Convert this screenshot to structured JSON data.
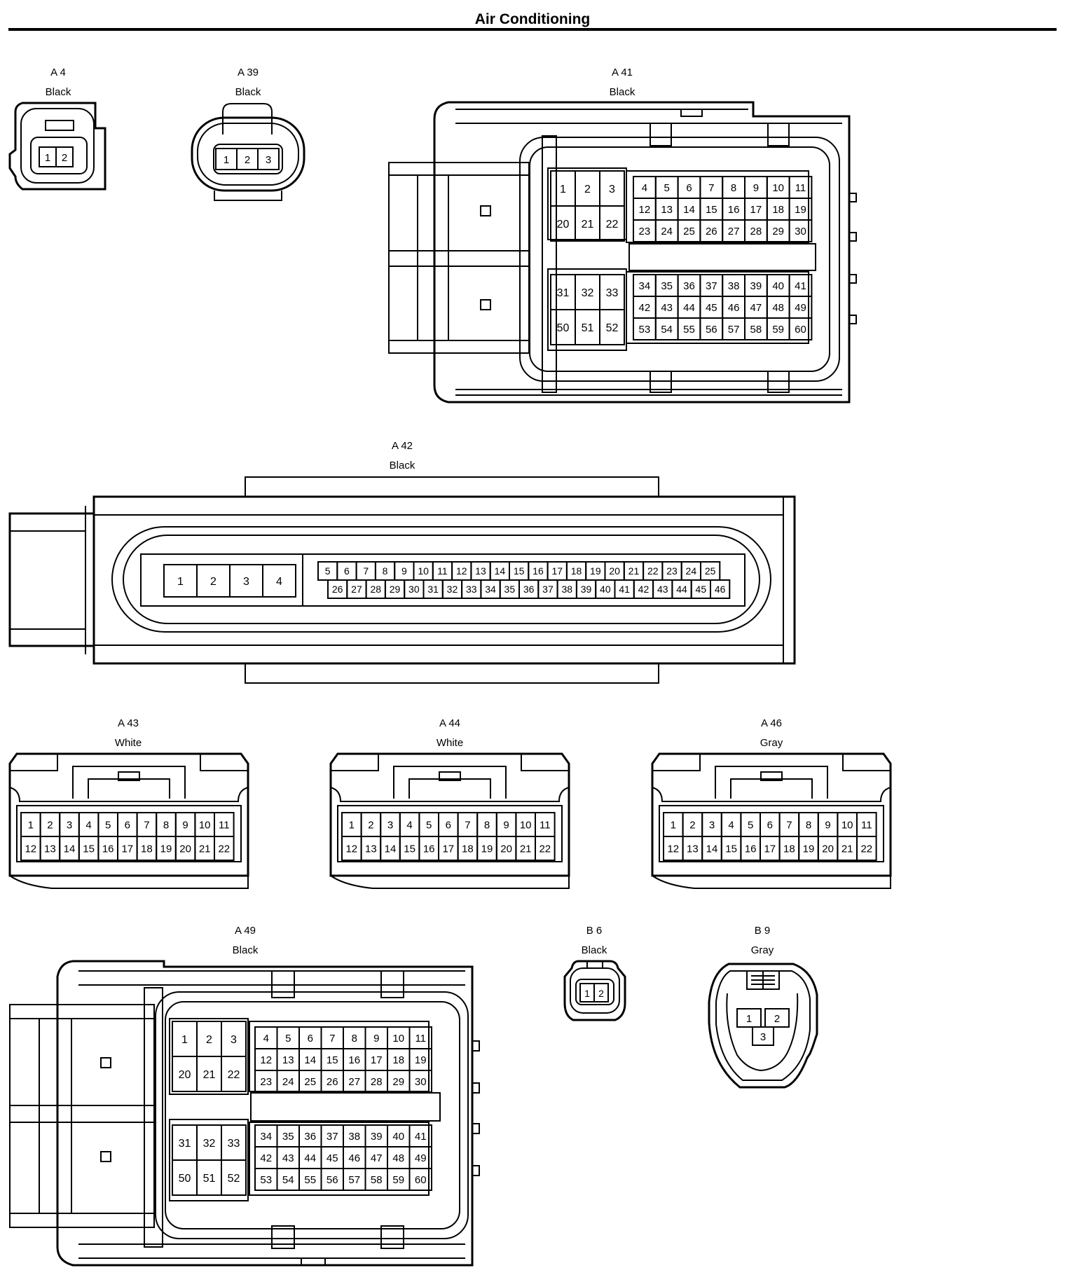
{
  "page_title": "Air Conditioning",
  "connectors": [
    {
      "id": "A 4",
      "color": "Black",
      "pins": [
        "1",
        "2"
      ]
    },
    {
      "id": "A 39",
      "color": "Black",
      "pins": [
        "1",
        "2",
        "3"
      ]
    },
    {
      "id": "A 41",
      "color": "Black",
      "blocks": [
        {
          "rows": [
            [
              "1",
              "2",
              "3"
            ],
            [
              "20",
              "21",
              "22"
            ]
          ]
        },
        {
          "rows": [
            [
              "4",
              "5",
              "6",
              "7",
              "8",
              "9",
              "10",
              "11"
            ],
            [
              "12",
              "13",
              "14",
              "15",
              "16",
              "17",
              "18",
              "19"
            ],
            [
              "23",
              "24",
              "25",
              "26",
              "27",
              "28",
              "29",
              "30"
            ]
          ]
        },
        {
          "rows": [
            [
              "31",
              "32",
              "33"
            ],
            [
              "50",
              "51",
              "52"
            ]
          ]
        },
        {
          "rows": [
            [
              "34",
              "35",
              "36",
              "37",
              "38",
              "39",
              "40",
              "41"
            ],
            [
              "42",
              "43",
              "44",
              "45",
              "46",
              "47",
              "48",
              "49"
            ],
            [
              "53",
              "54",
              "55",
              "56",
              "57",
              "58",
              "59",
              "60"
            ]
          ]
        }
      ]
    },
    {
      "id": "A 42",
      "color": "Black",
      "blocks": [
        {
          "rows": [
            [
              "1",
              "2",
              "3",
              "4"
            ]
          ]
        },
        {
          "rows": [
            [
              "5",
              "6",
              "7",
              "8",
              "9",
              "10",
              "11",
              "12",
              "13",
              "14",
              "15",
              "16",
              "17",
              "18",
              "19",
              "20",
              "21",
              "22",
              "23",
              "24",
              "25"
            ],
            [
              "26",
              "27",
              "28",
              "29",
              "30",
              "31",
              "32",
              "33",
              "34",
              "35",
              "36",
              "37",
              "38",
              "39",
              "40",
              "41",
              "42",
              "43",
              "44",
              "45",
              "46"
            ]
          ]
        }
      ]
    },
    {
      "id": "A 43",
      "color": "White",
      "rows": [
        [
          "1",
          "2",
          "3",
          "4",
          "5",
          "6",
          "7",
          "8",
          "9",
          "10",
          "11"
        ],
        [
          "12",
          "13",
          "14",
          "15",
          "16",
          "17",
          "18",
          "19",
          "20",
          "21",
          "22"
        ]
      ]
    },
    {
      "id": "A 44",
      "color": "White",
      "rows": [
        [
          "1",
          "2",
          "3",
          "4",
          "5",
          "6",
          "7",
          "8",
          "9",
          "10",
          "11"
        ],
        [
          "12",
          "13",
          "14",
          "15",
          "16",
          "17",
          "18",
          "19",
          "20",
          "21",
          "22"
        ]
      ]
    },
    {
      "id": "A 46",
      "color": "Gray",
      "rows": [
        [
          "1",
          "2",
          "3",
          "4",
          "5",
          "6",
          "7",
          "8",
          "9",
          "10",
          "11"
        ],
        [
          "12",
          "13",
          "14",
          "15",
          "16",
          "17",
          "18",
          "19",
          "20",
          "21",
          "22"
        ]
      ]
    },
    {
      "id": "A 49",
      "color": "Black",
      "blocks": [
        {
          "rows": [
            [
              "1",
              "2",
              "3"
            ],
            [
              "20",
              "21",
              "22"
            ]
          ]
        },
        {
          "rows": [
            [
              "4",
              "5",
              "6",
              "7",
              "8",
              "9",
              "10",
              "11"
            ],
            [
              "12",
              "13",
              "14",
              "15",
              "16",
              "17",
              "18",
              "19"
            ],
            [
              "23",
              "24",
              "25",
              "26",
              "27",
              "28",
              "29",
              "30"
            ]
          ]
        },
        {
          "rows": [
            [
              "31",
              "32",
              "33"
            ],
            [
              "50",
              "51",
              "52"
            ]
          ]
        },
        {
          "rows": [
            [
              "34",
              "35",
              "36",
              "37",
              "38",
              "39",
              "40",
              "41"
            ],
            [
              "42",
              "43",
              "44",
              "45",
              "46",
              "47",
              "48",
              "49"
            ],
            [
              "53",
              "54",
              "55",
              "56",
              "57",
              "58",
              "59",
              "60"
            ]
          ]
        }
      ]
    },
    {
      "id": "B 6",
      "color": "Black",
      "pins": [
        "1",
        "2"
      ]
    },
    {
      "id": "B 9",
      "color": "Gray",
      "pins": [
        "1",
        "2",
        "3"
      ]
    }
  ]
}
